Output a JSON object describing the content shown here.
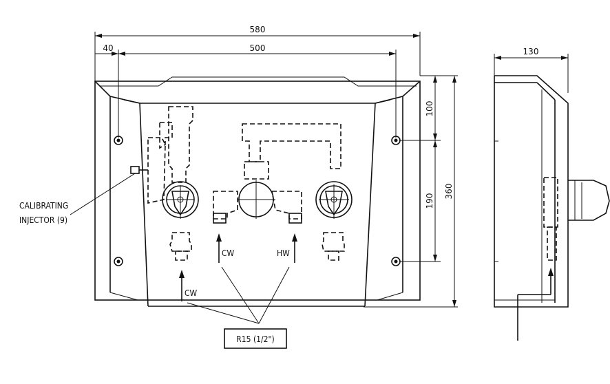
{
  "dimensions": {
    "total_width": "580",
    "inner_width": "500",
    "left_offset": "40",
    "height_total": "360",
    "height_top": "100",
    "height_mid": "190",
    "depth": "130"
  },
  "labels": {
    "calibrating_line1": "CALIBRATING",
    "calibrating_line2": "INJECTOR (9)",
    "cw_left": "CW",
    "cw_mid": "CW",
    "hw_mid": "HW",
    "thread_spec": "R15 (1/2\")"
  }
}
